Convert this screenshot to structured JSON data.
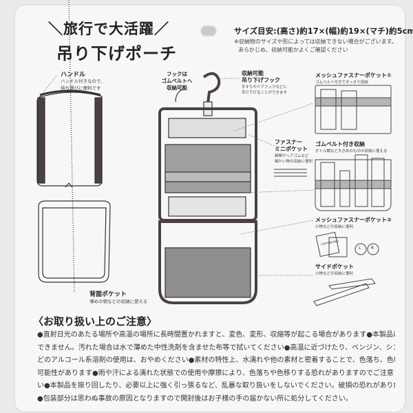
{
  "title": {
    "line1": "＼旅行で大活躍／",
    "line2": "吊り下げポーチ"
  },
  "size": {
    "text": "サイズ目安:(高さ)約17×(幅)約19×(マチ)約5cm",
    "note1": "※収納物のサイズや形によっては収納できない場合がございます。",
    "note2": "あらかじめ、収納可能かよくご確認ください"
  },
  "features": {
    "handle": {
      "label": "ハンドル",
      "desc1": "ハンドル付きなので、",
      "desc2": "持ち運びに便利です"
    },
    "hook_note": {
      "line1": "フックは",
      "line2": "ゴムベルトへ",
      "line3": "収納可能"
    },
    "hook": {
      "label1": "収納可能",
      "label2": "吊り下げフック",
      "desc1": "手すりやドアフックなどに",
      "desc2": "吊り下げることができます"
    },
    "mesh1": {
      "label": "メッシュファスナーポケット①",
      "desc": "ゴムベルト付きですっきり収納"
    },
    "belt": {
      "label": "ゴムベルト付き収納",
      "desc": "ボトル類など大きめのものの収納に使える"
    },
    "mini": {
      "label1": "ファスナー",
      "label2": "ミニポケット",
      "desc1": "綿棒やヘアゴムなど",
      "desc2": "細かい物の収納に便利"
    },
    "mesh2": {
      "label": "メッシュファスナーポケット②",
      "desc": "小物などの収納に便利"
    },
    "side": {
      "label": "サイドポケット",
      "desc": "小物などの収納に便利"
    },
    "back": {
      "label": "背面ポケット",
      "desc": "薄めの物などの収納に使える"
    },
    "cotton_pad": "COTTON PAD",
    "lens_l": "L",
    "lens_r": "R"
  },
  "caution": {
    "heading": "〈お取り扱い上のご注意〉",
    "lines": [
      "●直射日光のあたる場所や高温の場所に長時間置かれますと、変色、変形、収縮等が起こる場合があります●本製品は洗濯",
      "できません。汚れた場合は水で薄めた中性洗剤を含ませた布等で拭いてください●高温に近づけたり、ベンジン、シンナーな",
      "どのアルコール系溶剤の使用は、おやめください●素材の特性上、水濡れや他の素材と密着することで、色落ち、色移りする",
      "可能性があります●雨や汗による濡れた状態での使用や摩擦により、色落ちや色移りする恐れがありますのでご注意くださ",
      "い●本製品を振り回したり、必要以上に強く引っ張るなど、乱暴な取り扱いをしないでください。破損の恐れがあり危険です",
      "●包装部分は思わぬ事故の原因となりますので開封後はお子様の手の届かない所に処分してください。"
    ]
  },
  "colors": {
    "card": "#f7f7f8",
    "ink": "#222222",
    "bag_frame": "#4a4046",
    "mesh": "#9a9a9c",
    "belt": "#b5b5b5"
  }
}
